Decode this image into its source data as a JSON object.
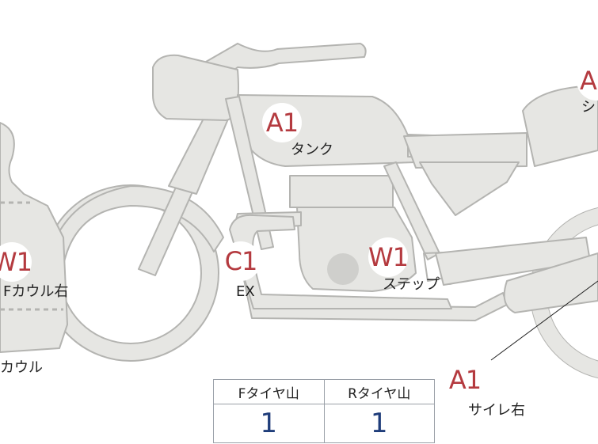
{
  "colors": {
    "marker_text": "#b43a3f",
    "part_fill": "#e6e6e3",
    "part_stroke": "#b4b4b1",
    "table_value": "#1f3d7a"
  },
  "markers": [
    {
      "code": "A1",
      "label": "タンク"
    },
    {
      "code": "A",
      "label": "シ"
    },
    {
      "code": "W1",
      "label": "Fカウル右"
    },
    {
      "code": "C1",
      "label": "EX"
    },
    {
      "code": "W1",
      "label": "ステップ"
    },
    {
      "code": "A1",
      "label": "サイレ右"
    }
  ],
  "extra_labels": {
    "cowl_bottom": "カウル"
  },
  "tire_table": {
    "headers": [
      "Fタイヤ山",
      "Rタイヤ山"
    ],
    "values": [
      "1",
      "1"
    ]
  }
}
